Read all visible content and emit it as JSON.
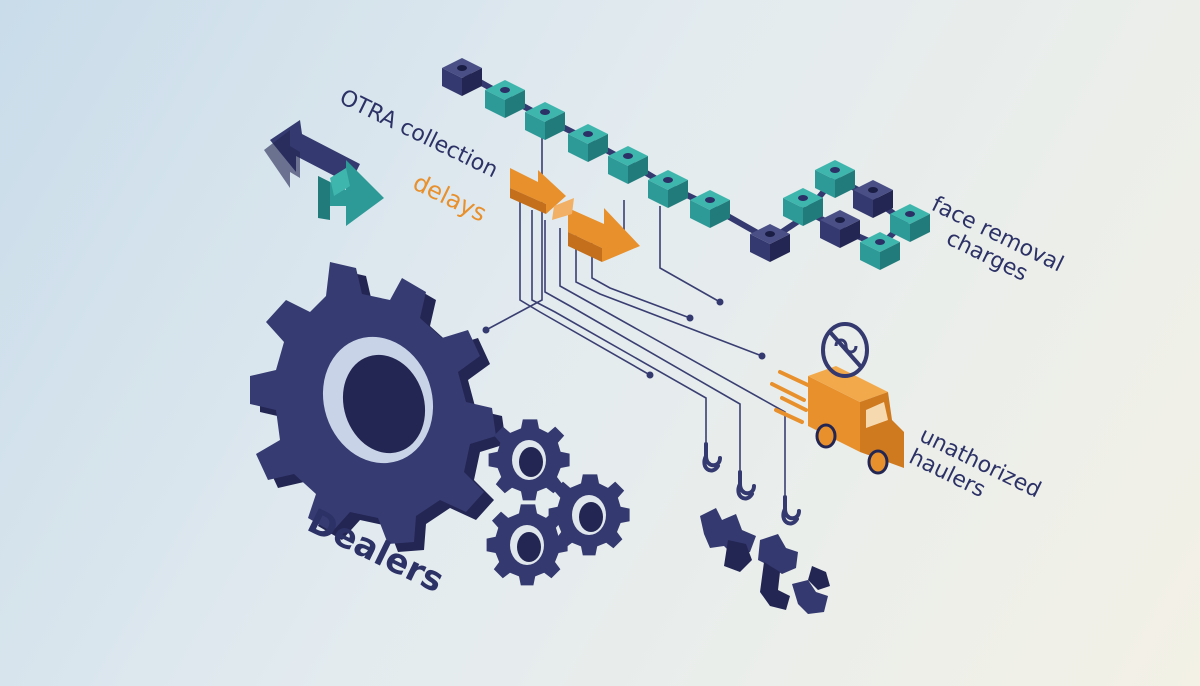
{
  "labels": {
    "otra_collection": "OTRA collection",
    "delays": "delays",
    "face_removal_line1": "face removal",
    "face_removal_line2": "charges",
    "haulers_line1": "unathorized",
    "haulers_line2": "haulers",
    "dealers": "Dealers"
  },
  "colors": {
    "navy": "#34396f",
    "navy_dark": "#232653",
    "teal": "#2d9a98",
    "teal_light": "#3fb6ad",
    "orange": "#e8902c",
    "line": "#3a3f72",
    "label": "#2c3166"
  },
  "icons": [
    "bidirectional-arrows-icon",
    "gear-icon",
    "delivery-truck-icon",
    "prohibited-sign-icon",
    "crane-hook-icon",
    "blockchain-cube-icon",
    "broken-gear-icon"
  ]
}
